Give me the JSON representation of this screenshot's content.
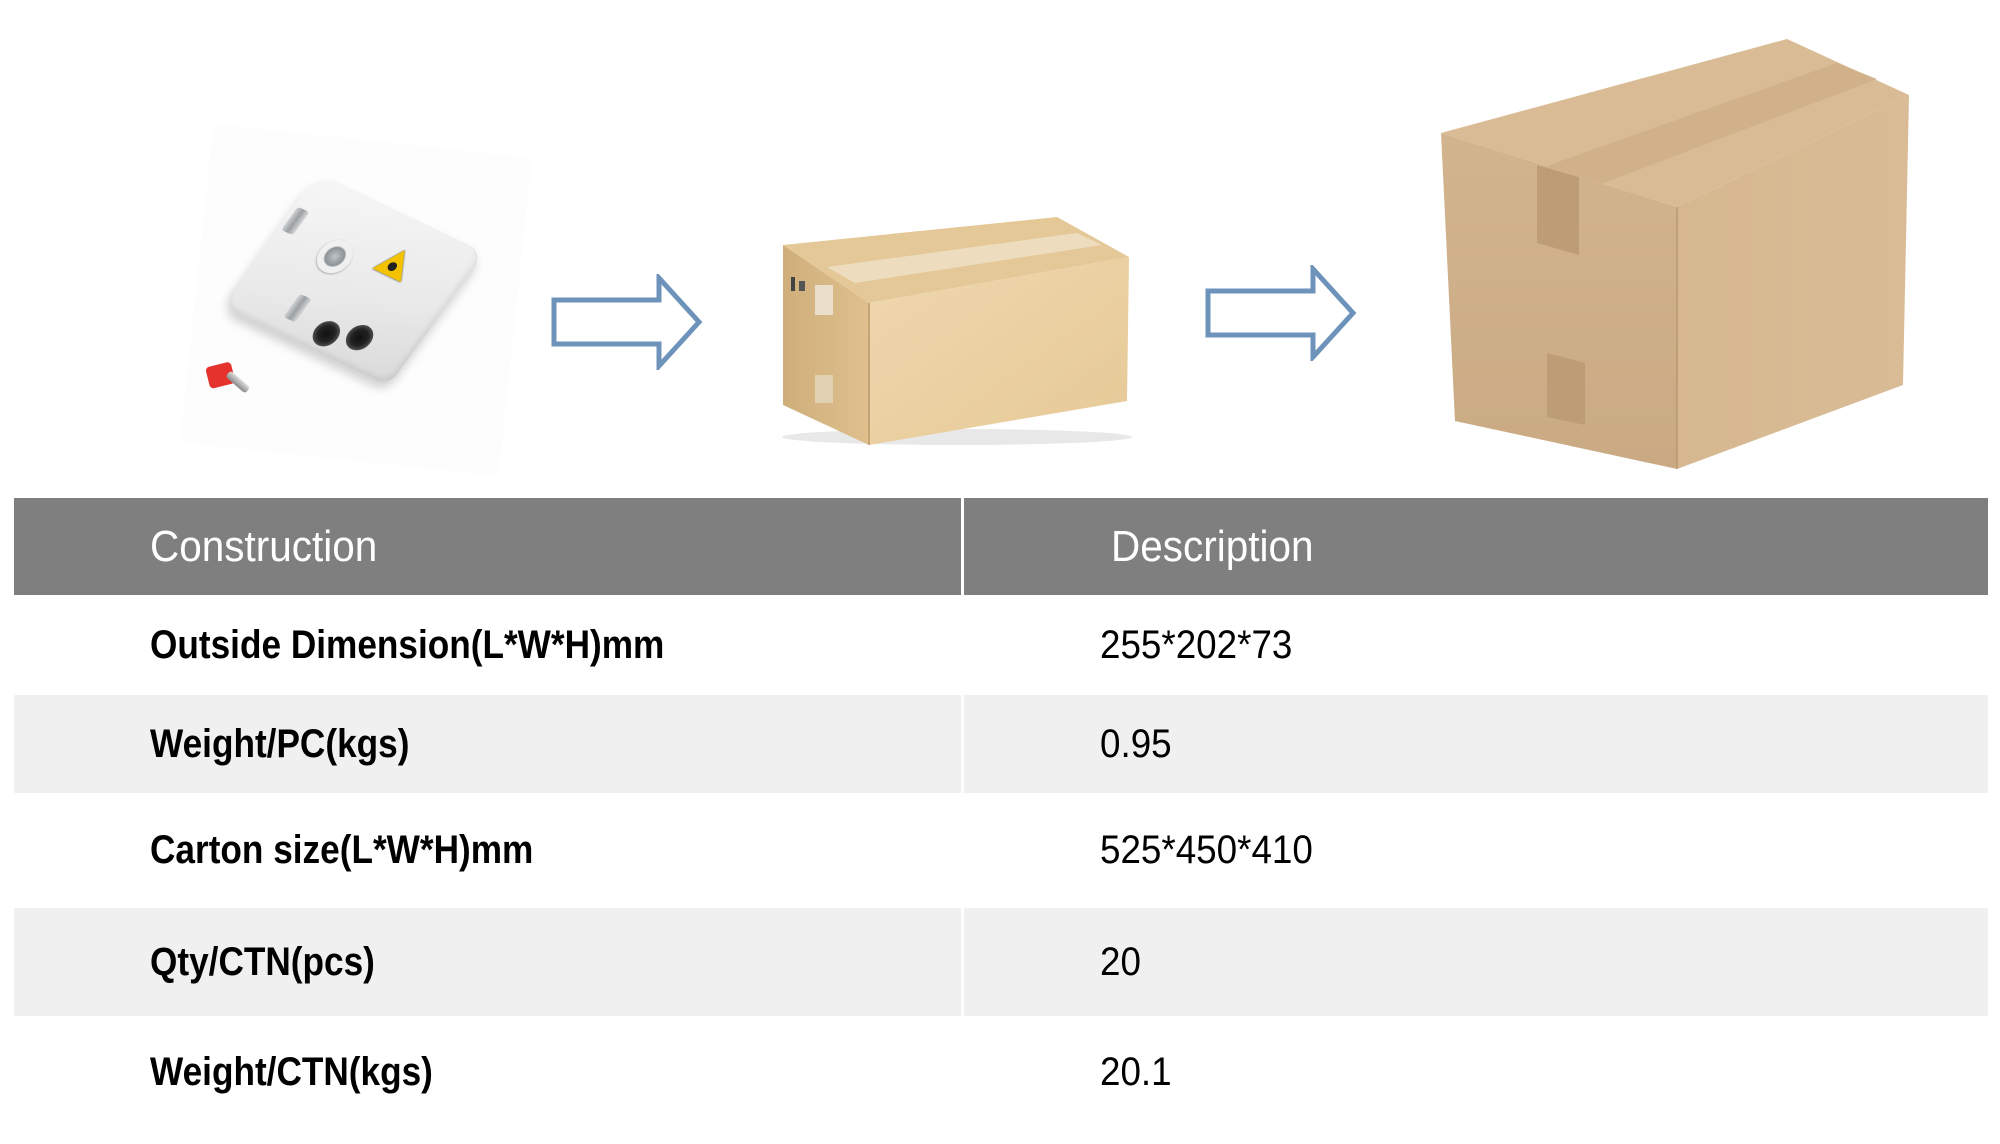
{
  "figure": {
    "panels": [
      {
        "id": "product",
        "label": "fiber-optic-terminal-box",
        "icon": "terminal-box-image"
      },
      {
        "id": "arrow-1",
        "icon": "right-arrow-outline",
        "color": "#6d93bb"
      },
      {
        "id": "inner-box",
        "label": "single-unit-carton",
        "icon": "cardboard-box-small"
      },
      {
        "id": "arrow-2",
        "icon": "right-arrow-outline",
        "color": "#6d93bb"
      },
      {
        "id": "master-carton",
        "label": "master-carton",
        "icon": "cardboard-box-large"
      }
    ]
  },
  "table": {
    "header": {
      "col1": "Construction",
      "col2": "Description",
      "background": "#7f7f7f",
      "text_color": "#ffffff"
    },
    "rows": [
      {
        "label": "Outside Dimension(L*W*H)mm",
        "value": "255*202*73"
      },
      {
        "label": "Weight/PC(kgs)",
        "value": "0.95"
      },
      {
        "label": "Carton size(L*W*H)mm",
        "value": "525*450*410"
      },
      {
        "label": "Qty/CTN(pcs)",
        "value": "20"
      },
      {
        "label": "Weight/CTN(kgs)",
        "value": "20.1"
      }
    ],
    "stripe_color": "#f0f0f0"
  }
}
